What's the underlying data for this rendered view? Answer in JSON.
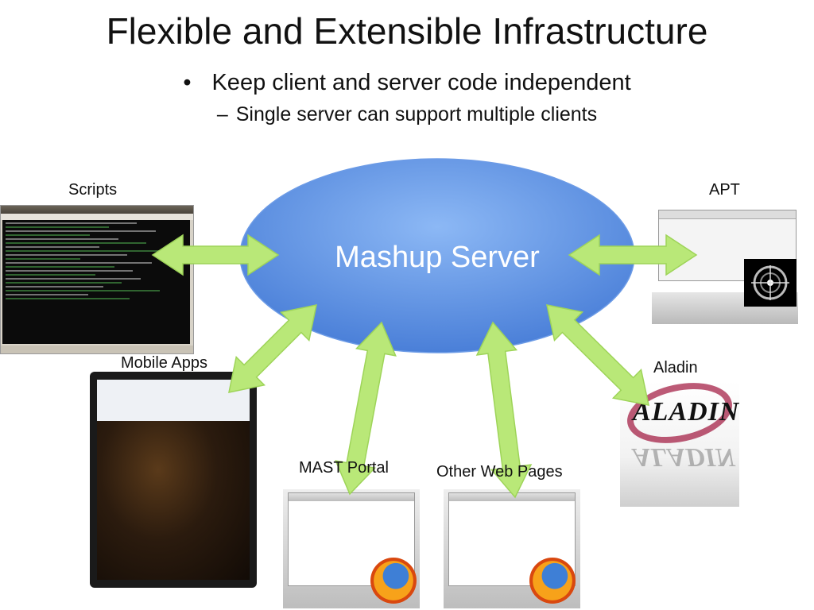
{
  "slide": {
    "title": "Flexible and Extensible Infrastructure",
    "bullet1": "Keep client and server code independent",
    "bullet1_marker": "•",
    "bullet2": "Single server can support multiple clients",
    "bullet2_marker": "–"
  },
  "diagram": {
    "server_label": "Mashup Server",
    "server_color": "#5b8fe0",
    "arrow_color": "#b9e878",
    "clients": {
      "scripts": "Scripts",
      "apt": "APT",
      "mobile": "Mobile Apps",
      "aladin": "Aladin",
      "mast": "MAST Portal",
      "other": "Other Web Pages"
    },
    "aladin_logo": "ALADIN"
  }
}
